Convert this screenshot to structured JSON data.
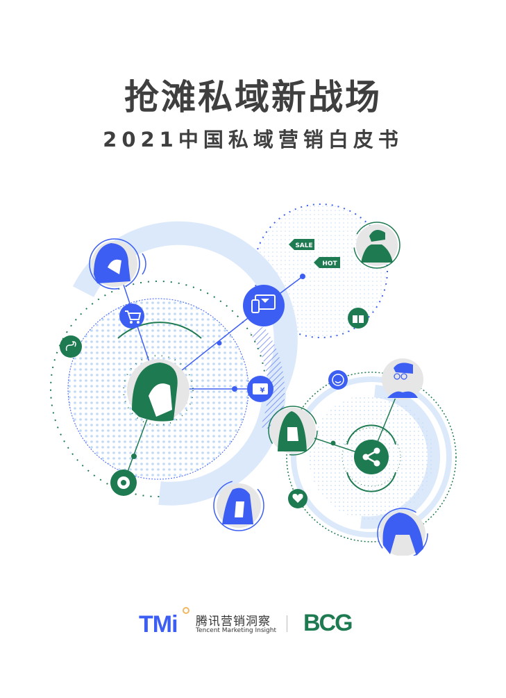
{
  "cover": {
    "title": "抢滩私域新战场",
    "subtitle": "2021中国私域营销白皮书"
  },
  "illustration": {
    "tags": [
      {
        "label": "SALE",
        "icon": "price-tag-icon"
      },
      {
        "label": "HOT",
        "icon": "price-tag-icon"
      }
    ],
    "icons": [
      "shopping-cart-icon",
      "mini-program-icon",
      "devices-mail-icon",
      "coupon-yen-icon",
      "camera-aperture-icon",
      "gift-icon",
      "smile-icon",
      "share-icon",
      "heart-icon"
    ],
    "colors": {
      "blue": "#3d5ef2",
      "green": "#1e7a50",
      "light_blue": "#dbe9fb",
      "gray": "#e6e6e6"
    }
  },
  "footer": {
    "tmi_logo": "TMi",
    "tmi_name_cn": "腾讯营销洞察",
    "tmi_name_en": "Tencent Marketing Insight",
    "bcg_logo": "BCG"
  }
}
